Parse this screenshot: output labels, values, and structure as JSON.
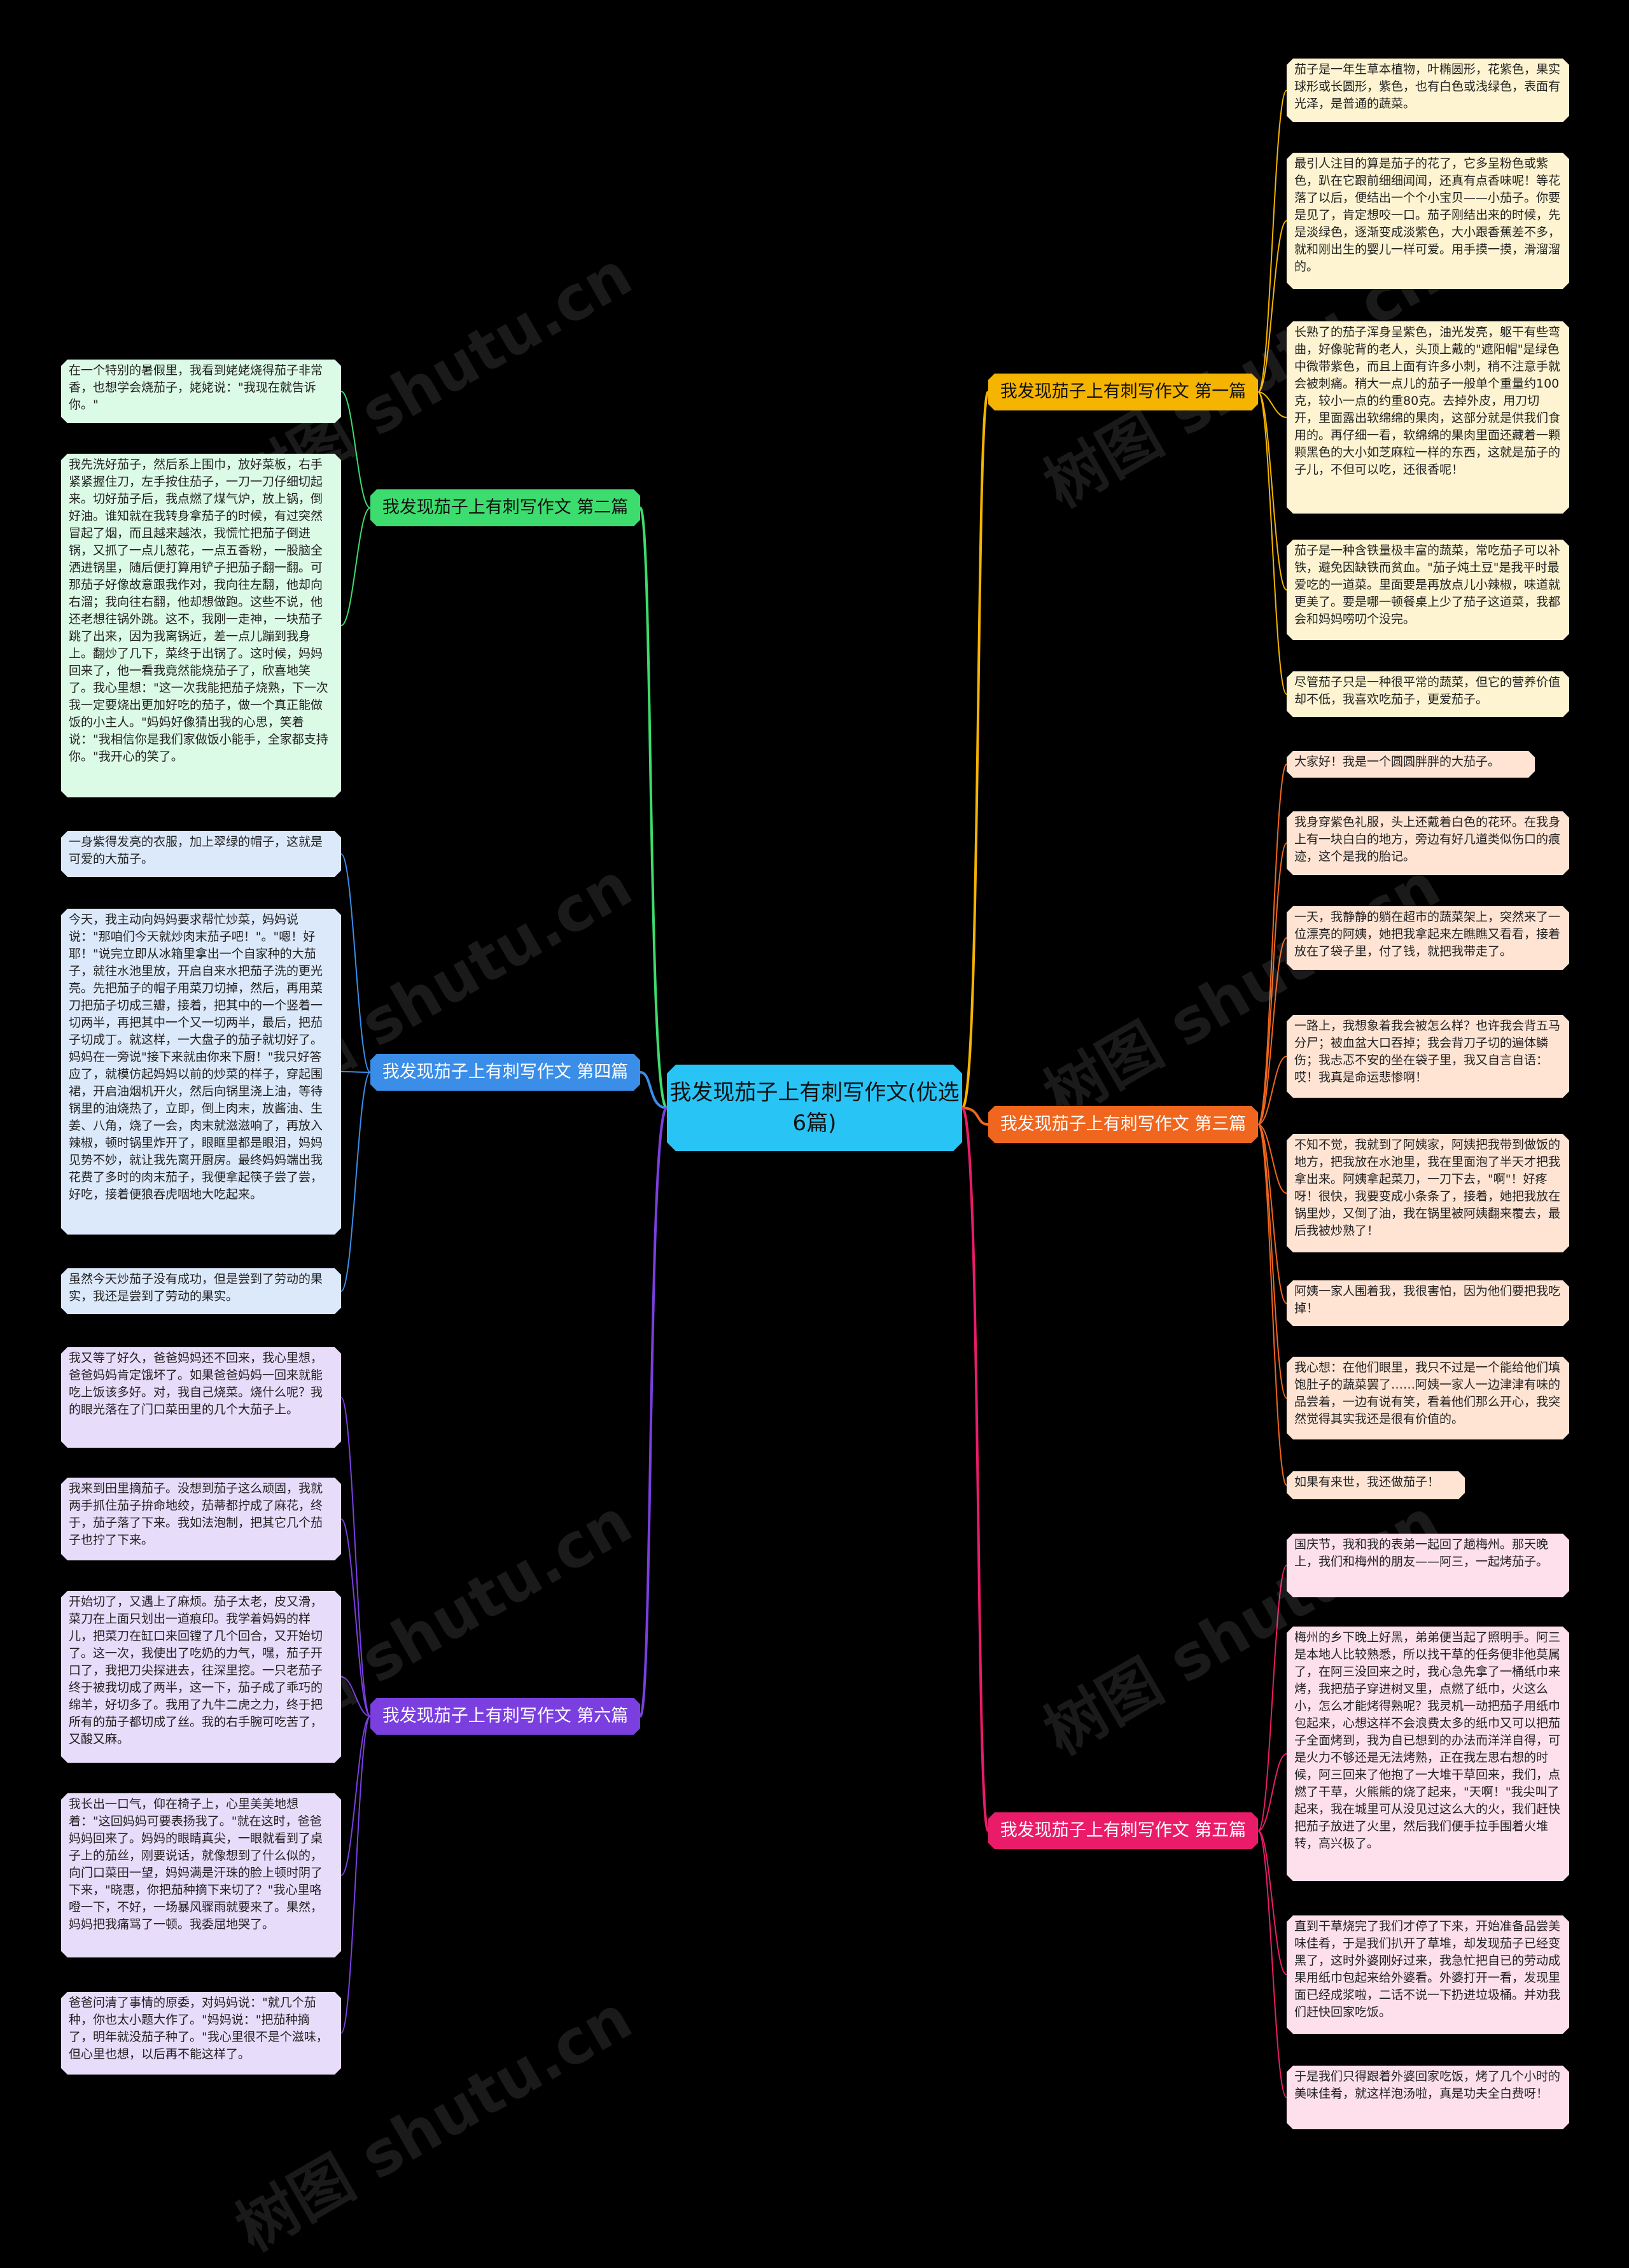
{
  "root": "我发现茄子上有刺写作文(优选6篇)",
  "watermark": "树图 shutu.cn",
  "branches": [
    {
      "label": "我发现茄子上有刺写作文 第一篇",
      "color": "#f5b400",
      "leaf_color": "#fff4d1",
      "text_color": "#111",
      "leaves": [
        "茄子是一年生草本植物，叶椭圆形，花紫色，果实球形或长圆形，紫色，也有白色或浅绿色，表面有光泽，是普通的蔬菜。",
        "最引人注目的算是茄子的花了，它多呈粉色或紫色，趴在它跟前细细闻闻，还真有点香味呢！等花落了以后，便结出一个个小宝贝——小茄子。你要是见了，肯定想咬一口。茄子刚结出来的时候，先是淡绿色，逐渐变成淡紫色，大小跟香蕉差不多，就和刚出生的婴儿一样可爱。用手摸一摸，滑溜溜的。",
        "长熟了的茄子浑身呈紫色，油光发亮，躯干有些弯曲，好像驼背的老人，头顶上戴的\"遮阳帽\"是绿色中微带紫色，而且上面有许多小刺，稍不注意手就会被刺痛。稍大一点儿的茄子一般单个重量约100克，较小一点的约重80克。去掉外皮，用刀切开，里面露出软绵绵的果肉，这部分就是供我们食用的。再仔细一看，软绵绵的果肉里面还藏着一颗颗黑色的大小如芝麻粒一样的东西，这就是茄子的子儿，不但可以吃，还很香呢！",
        "茄子是一种含铁量极丰富的蔬菜，常吃茄子可以补铁，避免因缺铁而贫血。\"茄子炖土豆\"是我平时最爱吃的一道菜。里面要是再放点儿小辣椒，味道就更美了。要是哪一顿餐桌上少了茄子这道菜，我都会和妈妈唠叨个没完。",
        "尽管茄子只是一种很平常的蔬菜，但它的营养价值却不低，我喜欢吃茄子，更爱茄子。"
      ]
    },
    {
      "label": "我发现茄子上有刺写作文 第二篇",
      "color": "#3ddc6e",
      "leaf_color": "#dcfbe6",
      "text_color": "#111",
      "leaves": [
        "在一个特别的暑假里，我看到姥姥烧得茄子非常香，也想学会烧茄子，姥姥说：\"我现在就告诉你。\"",
        "我先洗好茄子，然后系上围巾，放好菜板，右手紧紧握住刀，左手按住茄子，一刀一刀仔细切起来。切好茄子后，我点燃了煤气炉，放上锅，倒好油。谁知就在我转身拿茄子的时候，有过突然冒起了烟，而且越来越浓，我慌忙把茄子倒进锅，又抓了一点儿葱花，一点五香粉，一股脑全洒进锅里，随后便打算用铲子把茄子翻一翻。可那茄子好像故意跟我作对，我向往左翻，他却向右溜；我向往右翻，他却想做跑。这些不说，他还老想往锅外跳。这不，我刚一走神，一块茄子跳了出来，因为我离锅近，差一点儿蹦到我身上。翻炒了几下，菜终于出锅了。这时候，妈妈回来了，他一看我竟然能烧茄子了，欣喜地笑了。我心里想：\"这一次我能把茄子烧熟，下一次我一定要烧出更加好吃的茄子，做一个真正能做饭的小主人。\"妈妈好像猜出我的心思，笑着说：\"我相信你是我们家做饭小能手，全家都支持你。\"我开心的笑了。"
      ]
    },
    {
      "label": "我发现茄子上有刺写作文 第三篇",
      "color": "#f0661e",
      "leaf_color": "#ffe4d4",
      "text_color": "#fff",
      "leaves": [
        "大家好！我是一个圆圆胖胖的大茄子。",
        "我身穿紫色礼服，头上还戴着白色的花环。在我身上有一块白白的地方，旁边有好几道类似伤口的痕迹，这个是我的胎记。",
        "一天，我静静的躺在超市的蔬菜架上，突然来了一位漂亮的阿姨，她把我拿起来左瞧瞧又看看，接着放在了袋子里，付了钱，就把我带走了。",
        "一路上，我想象着我会被怎么样？也许我会背五马分尸；被血盆大口吞掉；我会背刀子切的遍体鳞伤；我忐忑不安的坐在袋子里，我又自言自语：哎！我真是命运悲惨啊！",
        "不知不觉，我就到了阿姨家，阿姨把我带到做饭的地方，把我放在水池里，我在里面泡了半天才把我拿出来。阿姨拿起菜刀，一刀下去，\"啊\"！好疼呀！很快，我要变成小条条了，接着，她把我放在锅里炒，又倒了油，我在锅里被阿姨翻来覆去，最后我被炒熟了！",
        "阿姨一家人围着我，我很害怕，因为他们要把我吃掉！",
        "我心想：在他们眼里，我只不过是一个能给他们填饱肚子的蔬菜罢了……阿姨一家人一边津津有味的品尝着，一边有说有笑，看着他们那么开心，我突然觉得其实我还是很有价值的。",
        "如果有来世，我还做茄子！"
      ]
    },
    {
      "label": "我发现茄子上有刺写作文 第四篇",
      "color": "#3a8ee8",
      "leaf_color": "#dce9fb",
      "text_color": "#fff",
      "leaves": [
        "一身紫得发亮的衣服，加上翠绿的帽子，这就是可爱的大茄子。",
        "今天，我主动向妈妈要求帮忙炒菜，妈妈说说：\"那咱们今天就炒肉末茄子吧！\"。\"嗯！好耶！\"说完立即从冰箱里拿出一个自家种的大茄子，就往水池里放，开启自来水把茄子洗的更光亮。先把茄子的帽子用菜刀切掉，然后，再用菜刀把茄子切成三瓣，接着，把其中的一个竖着一切两半，再把其中一个又一切两半，最后，把茄子切成丁。就这样，一大盘子的茄子就切好了。妈妈在一旁说\"接下来就由你来下厨！\"我只好答应了，就模仿起妈妈以前的炒菜的样子，穿起围裙，开启油烟机开火，然后向锅里浇上油，等待锅里的油烧热了，立即，倒上肉末，放酱油、生姜、八角，烧了一会，肉末就滋滋响了，再放入辣椒，顿时锅里炸开了，眼眶里都是眼泪，妈妈见势不妙，就让我先离开厨房。最终妈妈端出我花费了多时的肉末茄子，我便拿起筷子尝了尝，好吃，接着便狼吞虎咽地大吃起来。",
        "虽然今天炒茄子没有成功，但是尝到了劳动的果实，我还是尝到了劳动的果实。"
      ]
    },
    {
      "label": "我发现茄子上有刺写作文 第五篇",
      "color": "#ea1c6a",
      "leaf_color": "#fde0ec",
      "text_color": "#fff",
      "leaves": [
        "国庆节，我和我的表弟一起回了趟梅州。那天晚上，我们和梅州的朋友——阿三，一起烤茄子。",
        "梅州的乡下晚上好黑，弟弟便当起了照明手。阿三是本地人比较熟悉，所以找干草的任务便非他莫属了，在阿三没回来之时，我心急先拿了一桶纸巾来烤，我把茄子穿进树叉里，点燃了纸巾，火这么小，怎么才能烤得熟呢？我灵机一动把茄子用纸巾包起来，心想这样不会浪费太多的纸巾又可以把茄子全面烤到，我为自已想到的办法而洋洋自得，可是火力不够还是无法烤熟，正在我左思右想的时候，阿三回来了他抱了一大堆干草回来，我们，点燃了干草，火熊熊的烧了起来，\"天啊！\"我尖叫了起来，我在城里可从没见过这么大的火，我们赶快把茄子放进了火里，然后我们便手拉手围着火堆转，高兴极了。",
        "直到干草烧完了我们才停了下来，开始准备品尝美味佳肴，于是我们扒开了草堆，却发现茄子已经变黑了，这时外婆刚好过来，我急忙把自已的劳动成果用纸巾包起来给外婆看。外婆打开一看，发现里面已经成浆啦，二话不说一下扔进垃圾桶。并劝我们赶快回家吃饭。",
        "于是我们只得跟着外婆回家吃饭，烤了几个小时的美味佳肴，就这样泡汤啦，真是功夫全白费呀！"
      ]
    },
    {
      "label": "我发现茄子上有刺写作文 第六篇",
      "color": "#7b3fe0",
      "leaf_color": "#e8dcfb",
      "text_color": "#fff",
      "leaves": [
        "我又等了好久，爸爸妈妈还不回来，我心里想，爸爸妈妈肯定饿坏了。如果爸爸妈妈一回来就能吃上饭该多好。对，我自己烧菜。烧什么呢？我的眼光落在了门口菜田里的几个大茄子上。",
        "我来到田里摘茄子。没想到茄子这么顽固，我就两手抓住茄子拚命地绞，茄蒂都拧成了麻花，终于，茄子落了下来。我如法泡制，把其它几个茄子也拧了下来。",
        "开始切了，又遇上了麻烦。茄子太老，皮又滑，菜刀在上面只划出一道痕印。我学着妈妈的样儿，把菜刀在缸口来回镗了几个回合，又开始切了。这一次，我使出了吃奶的力气，嘿，茄子开口了，我把刀尖探进去，往深里挖。一只老茄子终于被我切成了两半，这一下，茄子成了乖巧的绵羊，好切多了。我用了九牛二虎之力，终于把所有的茄子都切成了丝。我的右手腕可吃苦了，又酸又麻。",
        "我长出一口气，仰在椅子上，心里美美地想着：\"这回妈妈可要表扬我了。\"就在这时，爸爸妈妈回来了。妈妈的眼睛真尖，一眼就看到了桌子上的茄丝，刚要说话，就像想到了什么似的，向门口菜田一望，妈妈满是汗珠的脸上顿时阴了下来，\"晓惠，你把茄种摘下来切了？\"我心里咯噔一下，不好，一场暴风骤雨就要来了。果然，妈妈把我痛骂了一顿。我委屈地哭了。",
        "爸爸问清了事情的原委，对妈妈说：\"就几个茄种，你也太小题大作了。\"妈妈说：\"把茄种摘了，明年就没茄子种了。\"我心里很不是个滋味，但心里也想，以后再不能这样了。"
      ]
    }
  ]
}
